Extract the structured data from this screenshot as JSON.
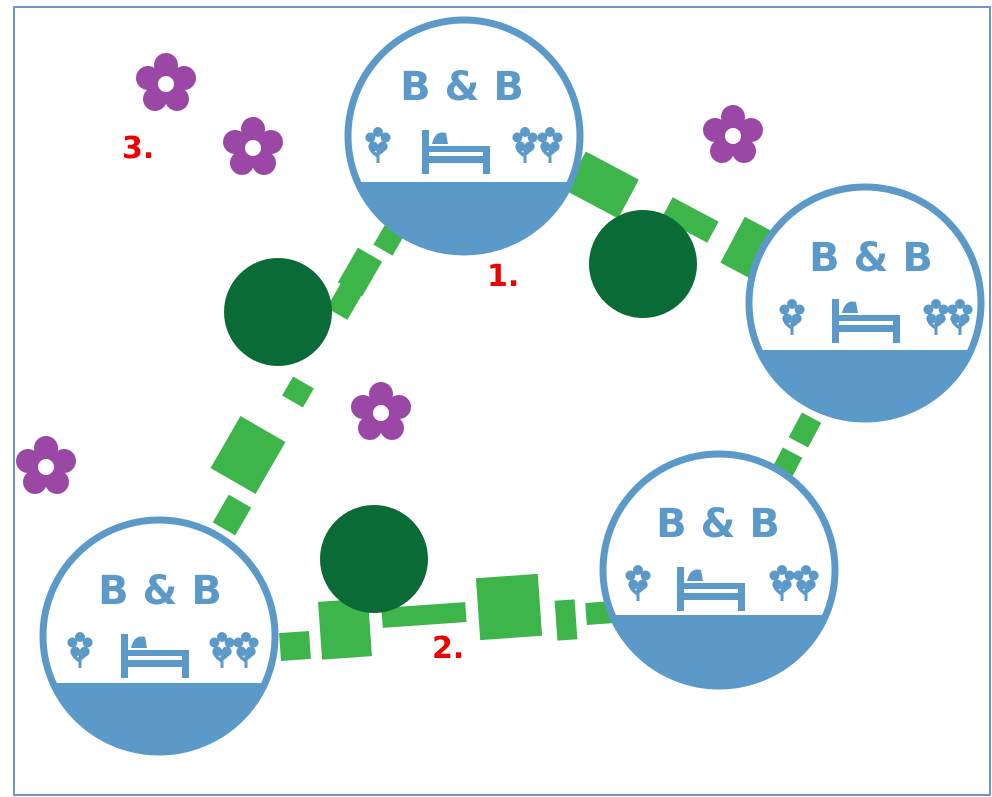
{
  "nodes": [
    {
      "id": "n1",
      "label": "B & B"
    },
    {
      "id": "n2",
      "label": "B & B"
    },
    {
      "id": "n3",
      "label": "B & B"
    },
    {
      "id": "n4",
      "label": "B & B"
    }
  ],
  "markers": [
    {
      "id": "m1",
      "text": "1."
    },
    {
      "id": "m2",
      "text": "2."
    },
    {
      "id": "m3",
      "text": "3."
    }
  ],
  "colors": {
    "node_blue": "#5b9ac8",
    "path_green": "#3db54a",
    "tree_green": "#0b6b37",
    "flower_purple": "#9b47a6",
    "marker_red": "#ee0000",
    "border": "#6d96c2"
  },
  "icons": {
    "bed": "bed-icon",
    "flower": "flower-icon",
    "tree": "tree-icon"
  }
}
